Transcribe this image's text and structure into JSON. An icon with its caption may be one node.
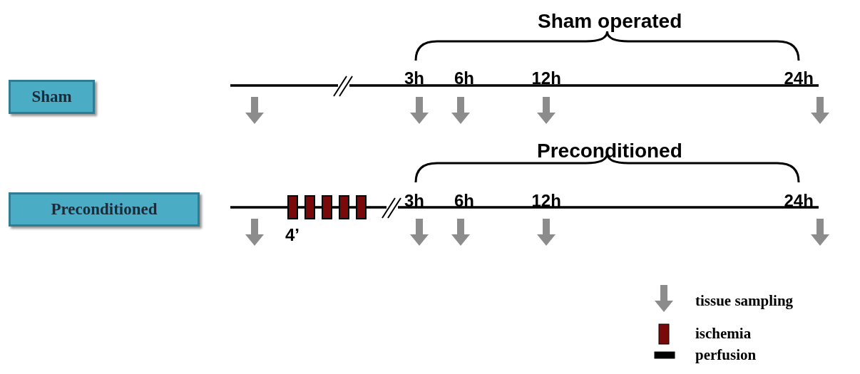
{
  "diagram": {
    "nodes": [
      {
        "text": [
          "Sham"
        ]
      },
      {
        "text": [
          "Preconditioned"
        ]
      }
    ],
    "edges": [],
    "labels": [
      "Sham operated",
      "3h",
      "6h",
      "12h",
      "24h",
      "Preconditioned",
      "3h",
      "6h",
      "12h",
      "24h",
      "4’"
    ],
    "legend": [
      {
        "text": "tissue sampling"
      },
      {
        "text": "ischemia",
        "color": "#7a0a0a"
      },
      {
        "text": "perfusion",
        "color": "#000000"
      }
    ]
  }
}
